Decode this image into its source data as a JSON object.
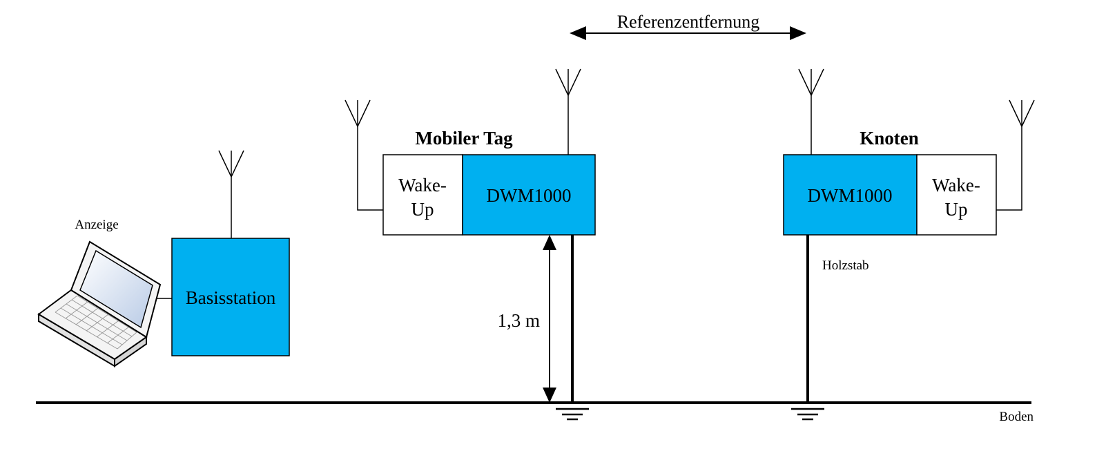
{
  "diagram": {
    "reference_distance_label": "Referenzentfernung",
    "mobile_tag_title": "Mobiler Tag",
    "node_title": "Knoten",
    "wakeup_line1": "Wake-",
    "wakeup_line2": "Up",
    "dwm_label": "DWM1000",
    "base_station_label": "Basisstation",
    "display_label": "Anzeige",
    "height_label": "1,3 m",
    "pole_label": "Holzstab",
    "ground_label": "Boden"
  }
}
